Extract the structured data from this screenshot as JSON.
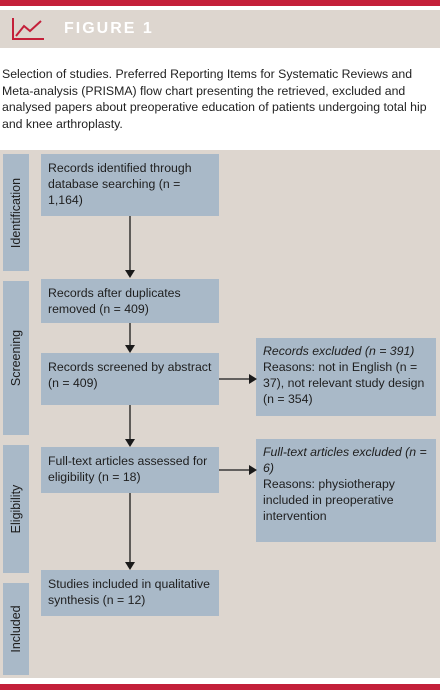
{
  "figure": {
    "title": "FIGURE 1",
    "caption": "Selection of studies. Preferred Reporting Items for Systematic Reviews and Meta-analysis (PRISMA) flow chart presenting the retrieved, excluded and analysed papers about preoperative education of patients undergoing total hip and knee arthroplasty."
  },
  "stages": {
    "identification": "Identification",
    "screening": "Screening",
    "eligibility": "Eligibility",
    "included": "Included"
  },
  "boxes": {
    "identified": "Records identified through database searching (n = 1,164)",
    "after_duplicates": "Records after duplicates removed (n = 409)",
    "screened": "Records screened by abstract (n = 409)",
    "fulltext": "Full-text articles assessed for eligibility (n = 18)",
    "included": "Studies included in qualitative synthesis (n = 12)"
  },
  "exclusions": {
    "records_excluded_title": "Records excluded (n = 391)",
    "records_excluded_reasons": "Reasons: not in English (n = 37), not relevant study design (n = 354)",
    "fulltext_excluded_title": "Full-text articles excluded (n = 6)",
    "fulltext_excluded_reasons": "Reasons: physiotherapy included in preoperative intervention"
  },
  "colors": {
    "accent": "#c4203a",
    "panel": "#ddd6cf",
    "box": "#a9b9c8"
  },
  "icon": "line-chart-icon"
}
